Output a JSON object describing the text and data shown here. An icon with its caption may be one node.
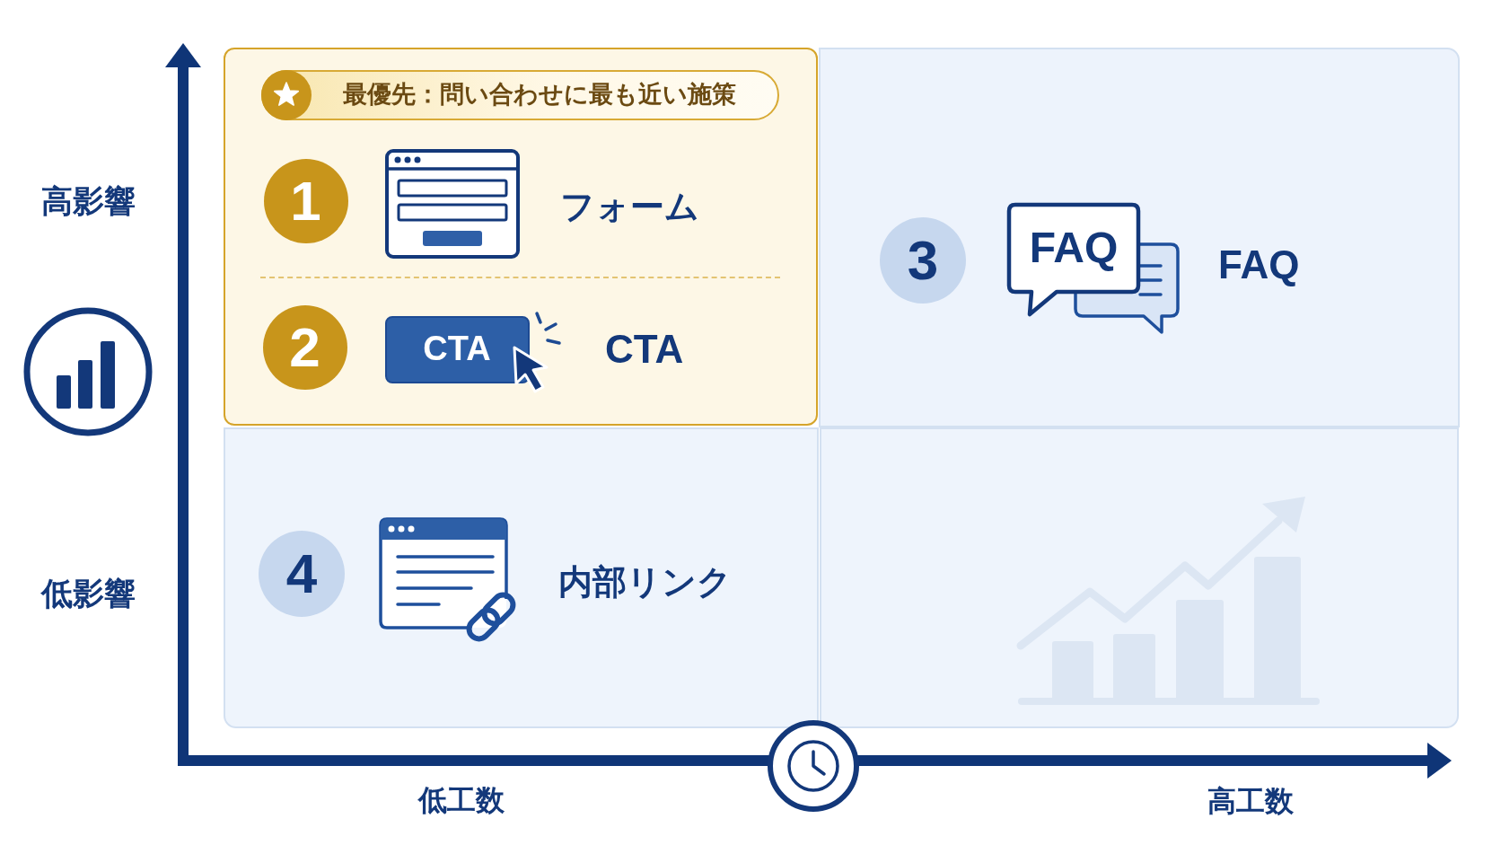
{
  "diagram": {
    "nodes": [
      {
        "text": [],
        "shape": "box"
      },
      {
        "text": [
          "最優先：問い合わせに最も近い施策"
        ],
        "in": 0
      },
      {
        "text": [
          "1"
        ],
        "in": 0
      },
      {
        "text": [
          "2"
        ],
        "in": 0
      },
      {
        "text": [
          "CTA"
        ],
        "in": 0
      },
      {
        "text": [],
        "shape": "box"
      },
      {
        "text": [
          "3"
        ],
        "in": 5
      },
      {
        "text": [
          "FAQ"
        ],
        "in": 5
      },
      {
        "text": [],
        "shape": "box"
      },
      {
        "text": [
          "4"
        ],
        "in": 8
      },
      {
        "text": [],
        "shape": "box"
      }
    ],
    "labels": [
      "高影響",
      "フォーム",
      "FAQ",
      "CTA",
      "低影響",
      "内部リンク",
      "低工数",
      "高工数"
    ]
  }
}
